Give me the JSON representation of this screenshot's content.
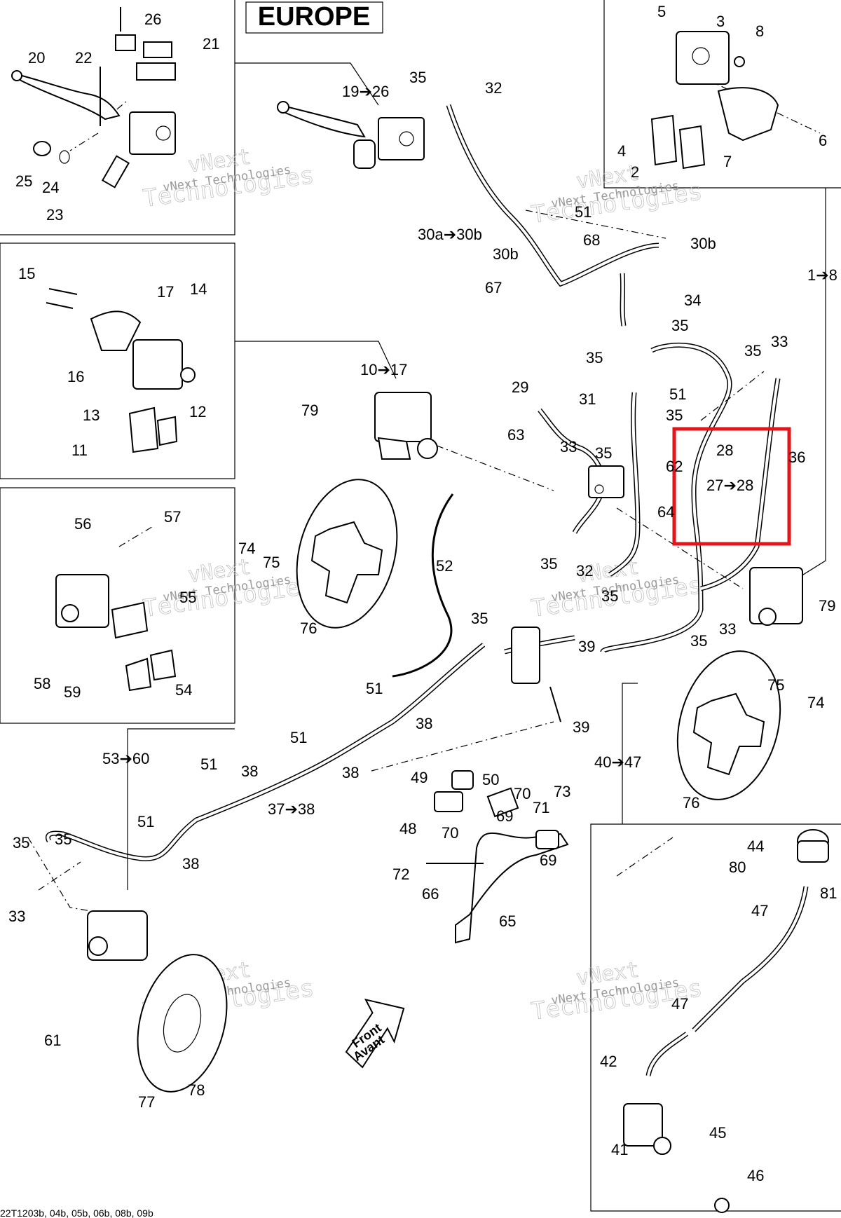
{
  "region_title": "EUROPE",
  "footer_code": "22T1203b, 04b, 05b, 06b, 08b, 09b",
  "watermark": {
    "line1": "vNext Technologies",
    "line2": "vNext",
    "line3": "Technologies"
  },
  "front_label": {
    "line1": "Front",
    "line2": "Avant"
  },
  "highlight_color": "#e0161b",
  "callouts": {
    "c1": "26",
    "c2": "21",
    "c3": "20",
    "c4": "22",
    "c5": "25",
    "c6": "24",
    "c7": "23",
    "c8": "19➔26",
    "c9": "35",
    "c10": "32",
    "c11": "30a➔30b",
    "c12": "30b",
    "c13": "68",
    "c14": "30b",
    "c15": "67",
    "c16": "5",
    "c17": "3",
    "c18": "8",
    "c19": "4",
    "c20": "2",
    "c21": "7",
    "c22": "6",
    "c23": "1➔8",
    "c24": "51",
    "c25": "34",
    "c26": "35",
    "c27": "35",
    "c28": "15",
    "c29": "17",
    "c30": "14",
    "c31": "16",
    "c32": "13",
    "c33": "12",
    "c34": "11",
    "c35": "10➔17",
    "c36": "79",
    "c37": "29",
    "c38": "31",
    "c39": "51",
    "c40": "35",
    "c41": "35",
    "c42": "33",
    "c43": "63",
    "c44": "33",
    "c45": "35",
    "c46": "28",
    "c47": "36",
    "c48": "27➔28",
    "c49": "62",
    "c50": "64",
    "c51": "35",
    "c52": "32",
    "c53": "35",
    "c54": "56",
    "c55": "57",
    "c56": "74",
    "c57": "75",
    "c58": "76",
    "c59": "52",
    "c60": "55",
    "c61": "58",
    "c62": "59",
    "c63": "54",
    "c64": "79",
    "c65": "33",
    "c66": "35",
    "c67": "35",
    "c68": "39",
    "c69": "39",
    "c70": "75",
    "c71": "74",
    "c72": "76",
    "c73": "51",
    "c74": "38",
    "c75": "53➔60",
    "c76": "51",
    "c77": "38",
    "c78": "51",
    "c79": "38",
    "c80": "37➔38",
    "c81": "40➔47",
    "c82": "49",
    "c83": "50",
    "c84": "48",
    "c85": "69",
    "c86": "70",
    "c87": "70",
    "c88": "71",
    "c89": "73",
    "c90": "72",
    "c91": "69",
    "c92": "66",
    "c93": "65",
    "c94": "51",
    "c95": "38",
    "c96": "35",
    "c97": "35",
    "c98": "33",
    "c99": "61",
    "c100": "77",
    "c101": "78",
    "c102": "44",
    "c103": "80",
    "c104": "81",
    "c105": "47",
    "c106": "47",
    "c107": "42",
    "c108": "45",
    "c109": "41",
    "c110": "46"
  }
}
